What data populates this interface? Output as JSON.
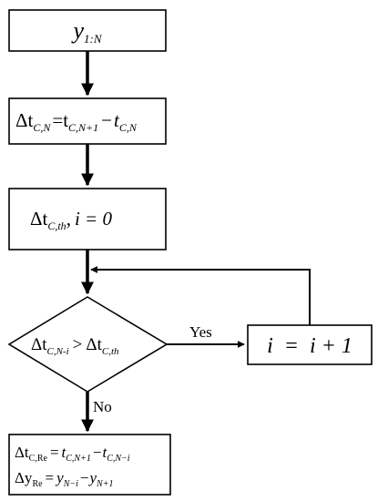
{
  "flowchart": {
    "steps": {
      "input": {
        "var": "y",
        "sub": "1:N"
      },
      "compute": {
        "lhs": "Δt",
        "lhs_sub": "C,N",
        "eq": "=",
        "t1": "t",
        "t1_sub": "C,N+1",
        "minus": "−",
        "t2": "t",
        "t2_sub": "C,N"
      },
      "init": {
        "dt": "Δt",
        "dt_sub": "C,th",
        "sep": ",",
        "rest": "i = 0"
      },
      "condition": {
        "lhs": "Δt",
        "lhs_sub": "C,N-i",
        "op": ">",
        "rhs": "Δt",
        "rhs_sub": "C,th"
      },
      "increment": {
        "text": "i  =  i + 1"
      },
      "output": {
        "line1": {
          "lhs": "Δt",
          "lhs_sub": "C,Re",
          "eq": "=",
          "t1": "t",
          "t1_sub": "C,N+1",
          "minus": "−",
          "t2": "t",
          "t2_sub": "C,N−i"
        },
        "line2": {
          "lhs": "Δy",
          "lhs_sub": "Re",
          "eq": "=",
          "y1": "y",
          "y1_sub": "N−i",
          "minus": "−",
          "y2": "y",
          "y2_sub": "N+1"
        }
      }
    },
    "labels": {
      "yes": "Yes",
      "no": "No"
    }
  }
}
